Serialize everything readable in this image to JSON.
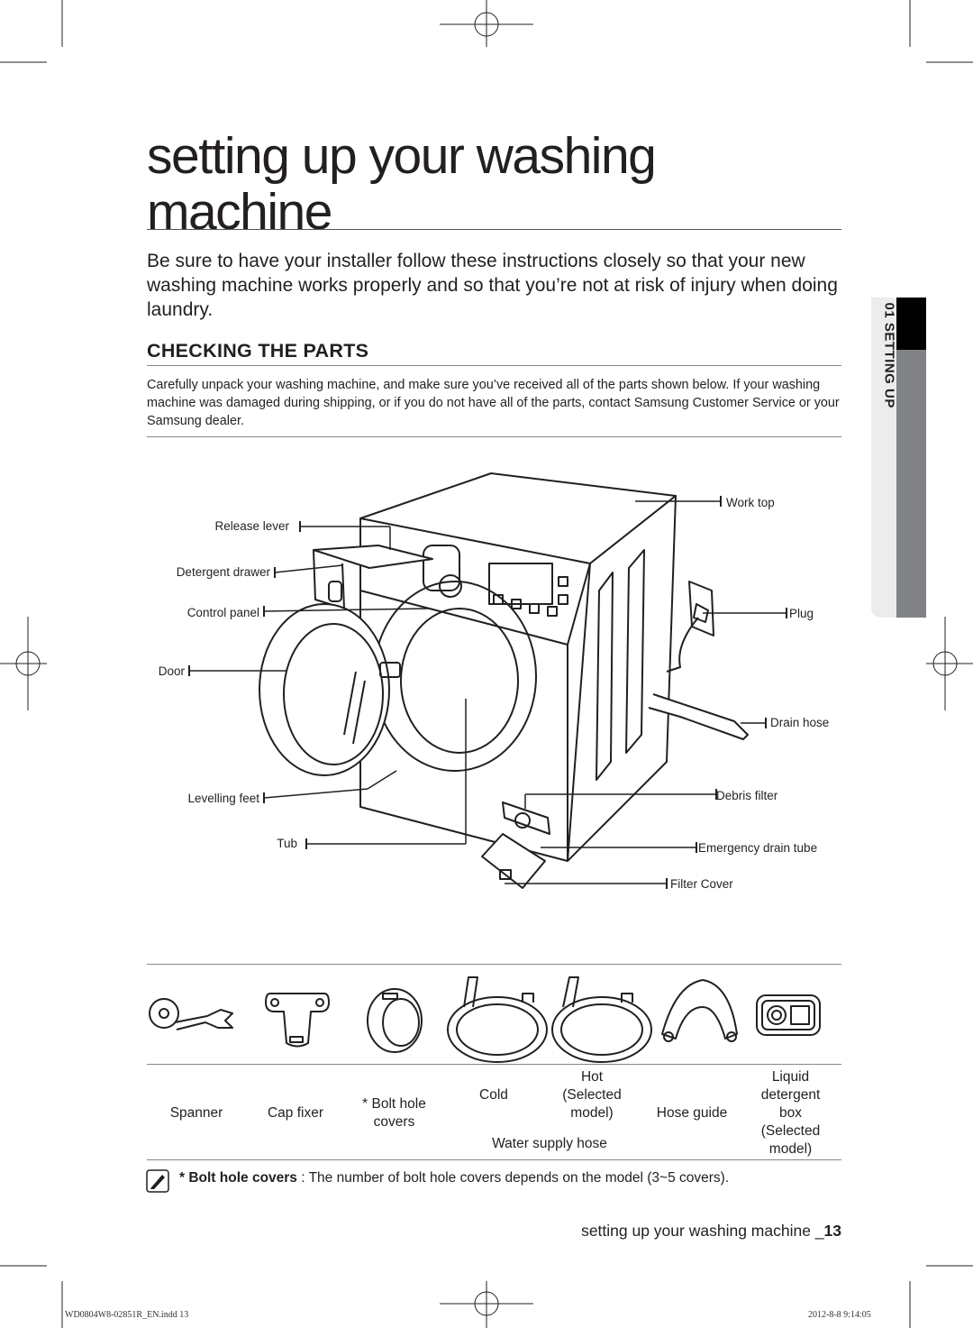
{
  "page": {
    "title": "setting up your washing machine",
    "intro": "Be sure to have your installer follow these instructions closely so that your new washing machine works properly and so that you’re not at risk of injury when doing laundry.",
    "section_heading": "CHECKING THE PARTS",
    "section_body": "Carefully unpack your washing machine, and make sure you’ve received all of the parts shown below. If your washing machine was damaged during shipping, or if you do not have all of the parts, contact Samsung Customer Service or your Samsung dealer."
  },
  "side_tab": {
    "label": "01 SETTING UP"
  },
  "diagram": {
    "labels_left": {
      "release_lever": "Release lever",
      "detergent_drawer": "Detergent drawer",
      "control_panel": "Control panel",
      "door": "Door",
      "levelling_feet": "Levelling feet",
      "tub": "Tub"
    },
    "labels_right": {
      "work_top": "Work top",
      "plug": "Plug",
      "drain_hose": "Drain hose",
      "debris_filter": "Debris filter",
      "emergency_drain_tube": "Emergency drain tube",
      "filter_cover": "Filter Cover"
    }
  },
  "parts": {
    "spanner": "Spanner",
    "cap_fixer": "Cap fixer",
    "bolt_hole_covers_1": "* Bolt hole",
    "bolt_hole_covers_2": "covers",
    "cold": "Cold",
    "hot_1": "Hot",
    "hot_2": "(Selected",
    "hot_3": "model)",
    "water_supply_hose": "Water supply hose",
    "hose_guide": "Hose guide",
    "liquid_1": "Liquid",
    "liquid_2": "detergent",
    "liquid_3": "box",
    "liquid_4": "(Selected",
    "liquid_5": "model)"
  },
  "note": {
    "bold": "* Bolt hole covers",
    "text": " : The number of bolt hole covers depends on the model (3~5 covers)."
  },
  "footer": {
    "page_label": "setting up your washing machine _",
    "page_number": "13",
    "file_slug": "WD0804W8-02851R_EN.indd   13",
    "date_slug": "2012-8-8   9:14:05"
  },
  "colors": {
    "side_tab_dark": "#000000",
    "side_tab_grey": "#808285",
    "side_tab_light": "#ececec"
  }
}
